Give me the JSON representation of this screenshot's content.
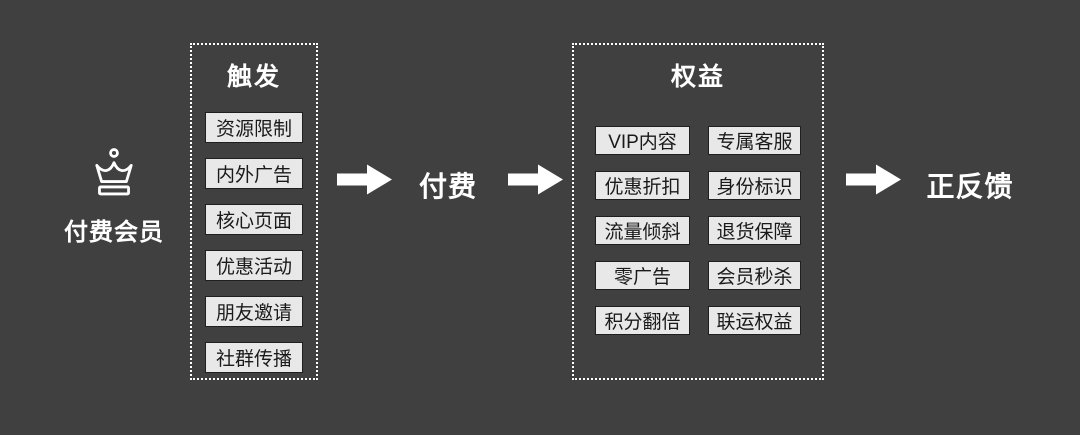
{
  "diagram": {
    "entity": {
      "label": "付费会员",
      "icon": "crown-icon"
    },
    "groups": [
      {
        "title": "触发",
        "items": [
          "资源限制",
          "内外广告",
          "核心页面",
          "优惠活动",
          "朋友邀请",
          "社群传播"
        ]
      },
      {
        "title": "权益",
        "columns": [
          [
            "VIP内容",
            "优惠折扣",
            "流量倾斜",
            "零广告",
            "积分翻倍"
          ],
          [
            "专属客服",
            "身份标识",
            "退货保障",
            "会员秒杀",
            "联运权益"
          ]
        ]
      }
    ],
    "flow_labels": {
      "payment": "付费",
      "feedback": "正反馈"
    },
    "colors": {
      "background": "#404040",
      "foreground": "#ffffff",
      "box_fill": "#e8e8e8",
      "box_border": "#1f1f1f",
      "box_text": "#1a1a1a"
    }
  }
}
